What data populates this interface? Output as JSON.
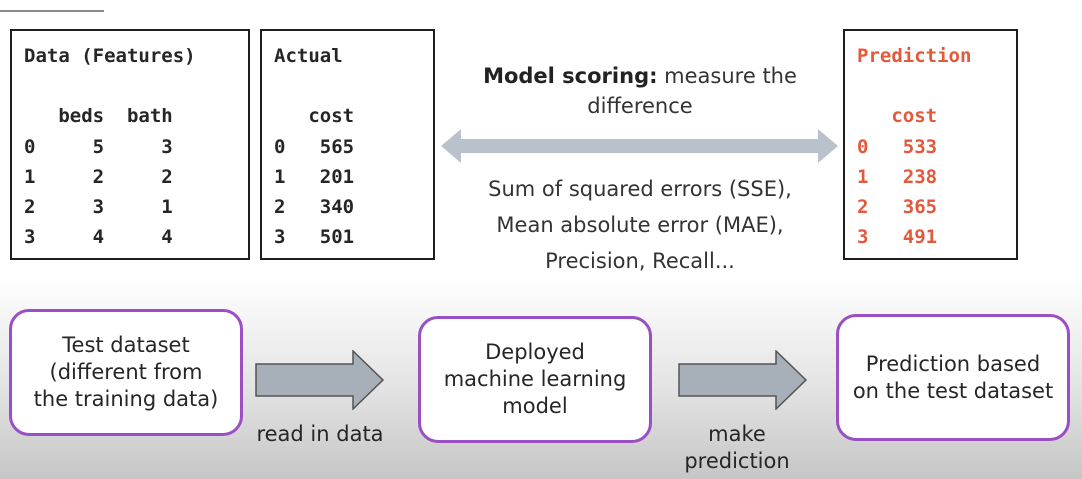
{
  "tables": {
    "features": {
      "title": "Data (Features)",
      "header": "   beds  bath",
      "rows": [
        "0     5     3",
        "1     2     2",
        "2     3     1",
        "3     4     4"
      ]
    },
    "actual": {
      "title": "Actual",
      "header": "   cost",
      "rows": [
        "0   565",
        "1   201",
        "2   340",
        "3   501"
      ]
    },
    "prediction": {
      "title": "Prediction",
      "header": "   cost",
      "rows": [
        "0   533",
        "1   238",
        "2   365",
        "3   491"
      ]
    }
  },
  "scoring": {
    "bold": "Model scoring:",
    "line1_rest": " measure the",
    "line2": "difference",
    "metrics": [
      "Sum of squared errors (SSE),",
      "Mean absolute error (MAE),",
      "Precision, Recall..."
    ]
  },
  "flow": {
    "test_dataset": [
      "Test dataset",
      "(different from",
      "the training data)"
    ],
    "model": [
      "Deployed",
      "machine learning",
      "model"
    ],
    "result": [
      "Prediction based",
      "on the test dataset"
    ],
    "read_label": "read in data",
    "predict_label": [
      "make",
      "prediction"
    ]
  },
  "colors": {
    "prediction_text": "#e2593b",
    "flow_border": "#9a50c4",
    "arrow_fill": "#a7b0b8"
  }
}
